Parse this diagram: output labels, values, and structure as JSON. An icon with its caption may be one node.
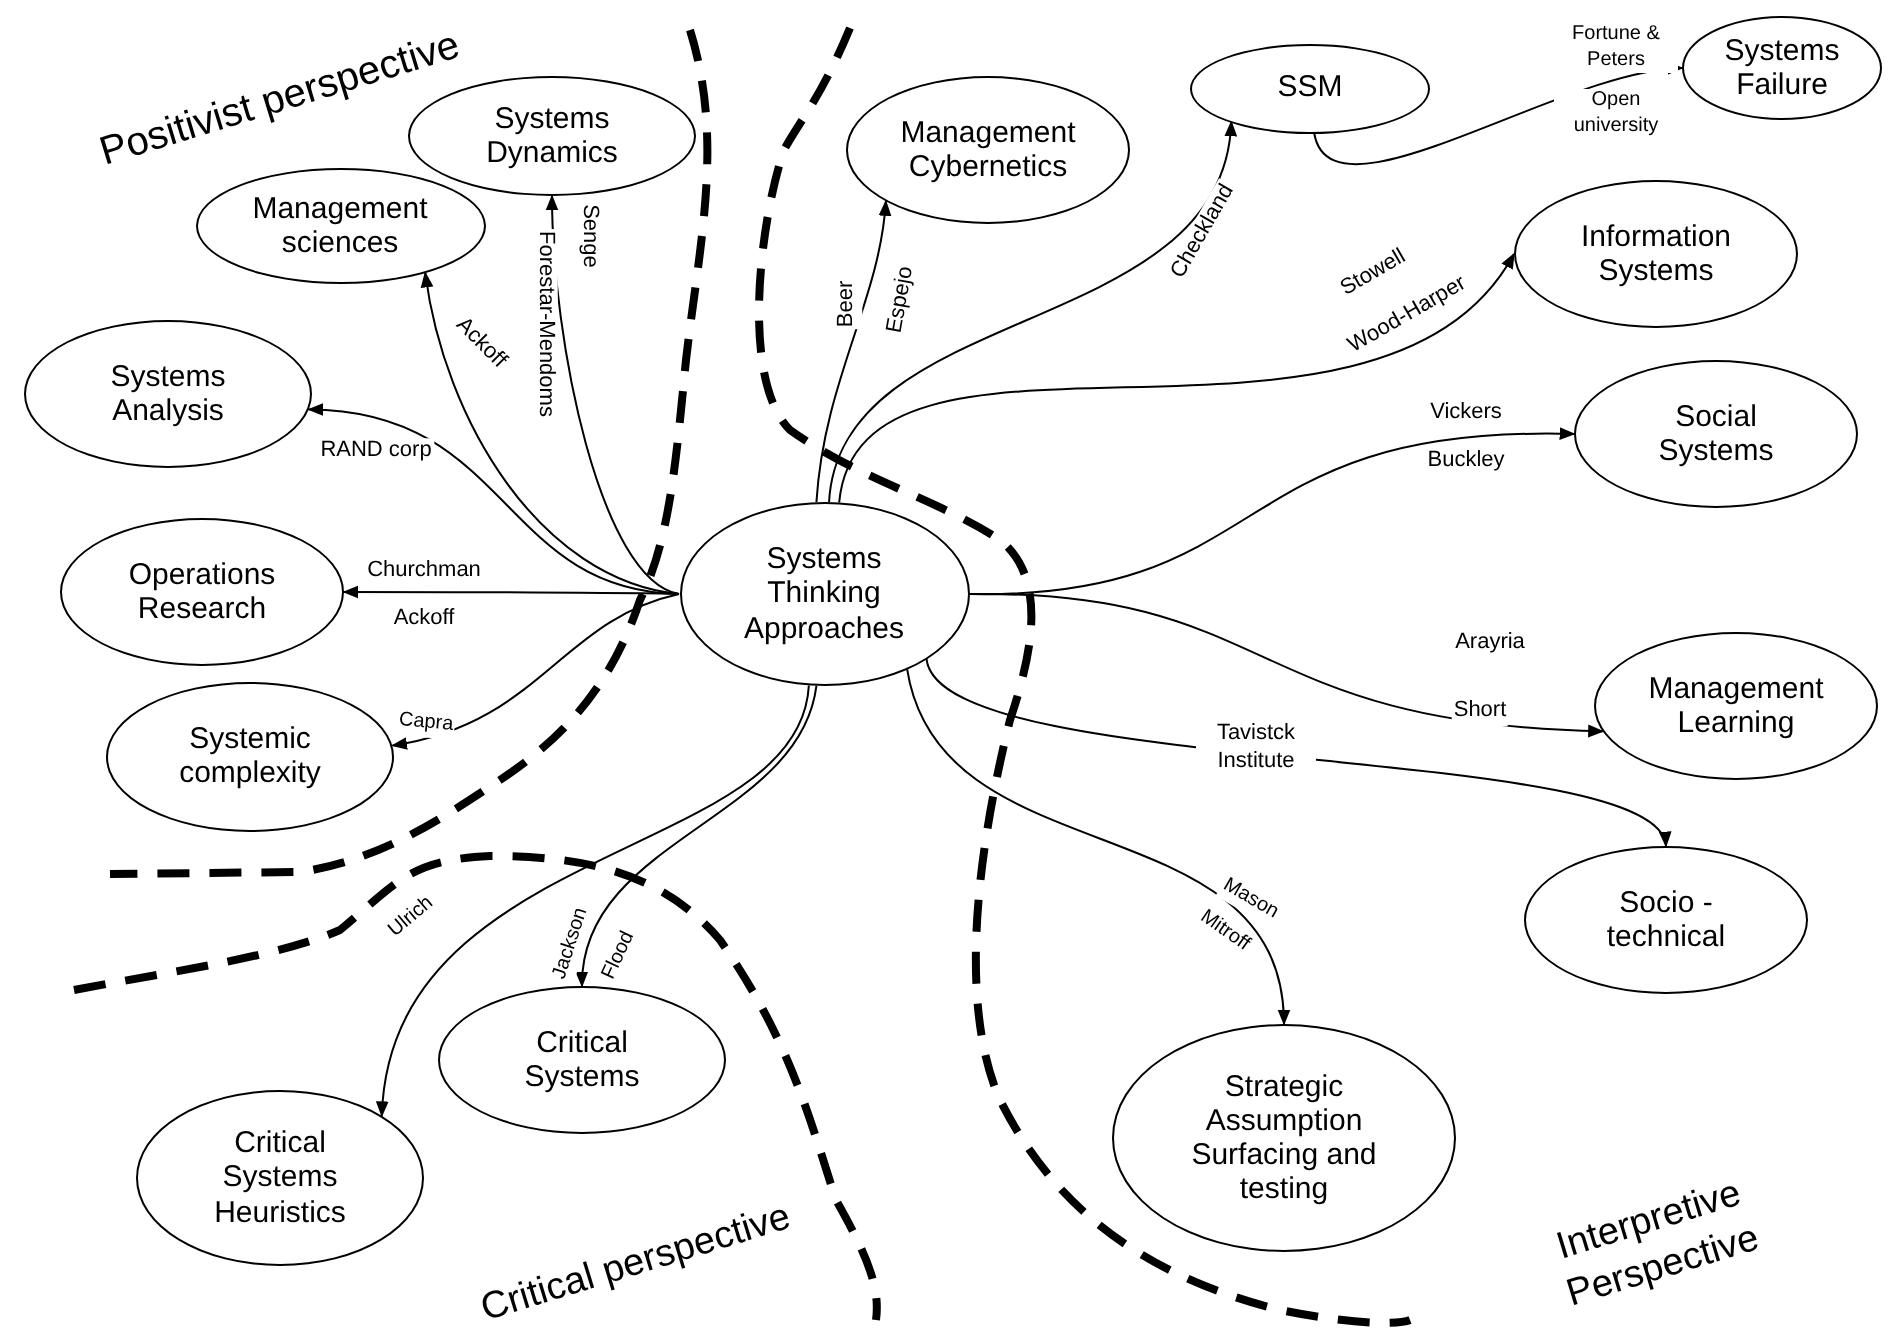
{
  "diagram": {
    "nodes": [
      {
        "text": [
          "Systems Thinking Approaches"
        ]
      },
      {
        "text": [
          "Systems Dynamics"
        ]
      },
      {
        "text": [
          "Management sciences"
        ]
      },
      {
        "text": [
          "Systems Analysis"
        ]
      },
      {
        "text": [
          "Operations Research"
        ]
      },
      {
        "text": [
          "Systemic complexity"
        ]
      },
      {
        "text": [
          "Critical Systems Heuristics"
        ]
      },
      {
        "text": [
          "Critical Systems"
        ]
      },
      {
        "text": [
          "Management Cybernetics"
        ]
      },
      {
        "text": [
          "SSM"
        ]
      },
      {
        "text": [
          "Systems Failure"
        ]
      },
      {
        "text": [
          "Information Systems"
        ]
      },
      {
        "text": [
          "Social Systems"
        ]
      },
      {
        "text": [
          "Management Learning"
        ]
      },
      {
        "text": [
          "Socio - technical"
        ]
      },
      {
        "text": [
          "Strategic Assumption Surfacing and testing"
        ]
      }
    ],
    "edges": [
      {
        "from": 0,
        "to": 1,
        "arrow": "to",
        "label": "Senge"
      },
      {
        "from": 0,
        "to": 2,
        "arrow": "to",
        "label": "Ackoff"
      },
      {
        "from": 0,
        "to": 3,
        "arrow": "to",
        "label": "RAND corp"
      },
      {
        "from": 0,
        "to": 4,
        "arrow": "to",
        "label": "Churchman"
      },
      {
        "from": 0,
        "to": 5,
        "arrow": "to",
        "label": "Capra"
      },
      {
        "from": 0,
        "to": 6,
        "arrow": "to",
        "label": "Ulrich"
      },
      {
        "from": 0,
        "to": 7,
        "arrow": "to",
        "label": "Jackson"
      },
      {
        "from": 0,
        "to": 8,
        "arrow": "to",
        "label": "Beer"
      },
      {
        "from": 0,
        "to": 9,
        "arrow": "to",
        "label": "Checkland"
      },
      {
        "from": 9,
        "to": 10,
        "arrow": "to",
        "label": "Fortune & Peters"
      },
      {
        "from": 0,
        "to": 11,
        "arrow": "to",
        "label": "Stowell"
      },
      {
        "from": 0,
        "to": 12,
        "arrow": "to",
        "label": "Vickers"
      },
      {
        "from": 0,
        "to": 13,
        "arrow": "to",
        "label": "Arayria"
      },
      {
        "from": 0,
        "to": 14,
        "arrow": "to",
        "label": "Tavistck Institute"
      },
      {
        "from": 0,
        "to": 15,
        "arrow": "to",
        "label": "Mason"
      }
    ],
    "labels": [
      "Positivist perspective",
      "Forestar-Mendoms",
      "Espejo",
      "Open university",
      "Wood-Harper",
      "Buckley",
      "Ackoff",
      "Short",
      "Flood",
      "Mitroff",
      "Critical perspective",
      "Interpretive Perspective"
    ]
  }
}
